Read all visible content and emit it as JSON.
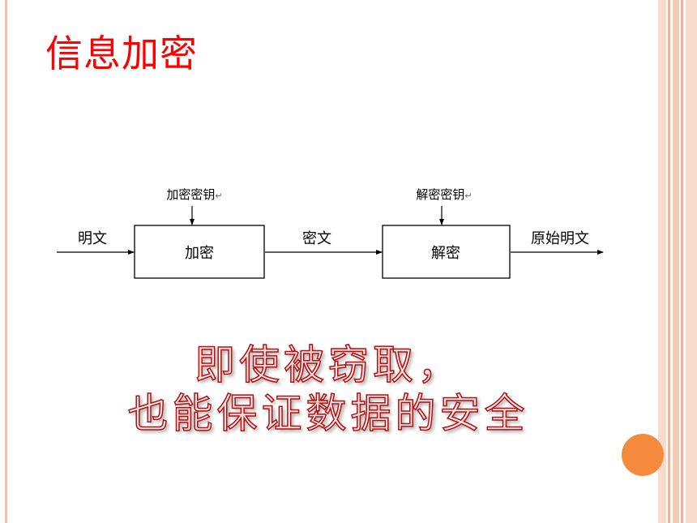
{
  "title": "信息加密",
  "diagram": {
    "input_label": "明文",
    "encrypt_key_label": "加密密钥",
    "encrypt_box_label": "加密",
    "cipher_label": "密文",
    "decrypt_key_label": "解密密钥",
    "decrypt_box_label": "解密",
    "output_label": "原始明文",
    "return_mark": "↵"
  },
  "slogan": {
    "line1": "即使被窃取，",
    "line2": "也能保证数据的安全"
  },
  "colors": {
    "title": "#ff0000",
    "border": "#f2c4ab",
    "accent_circle": "#f58a3d",
    "slogan_outline": "#b01010"
  }
}
